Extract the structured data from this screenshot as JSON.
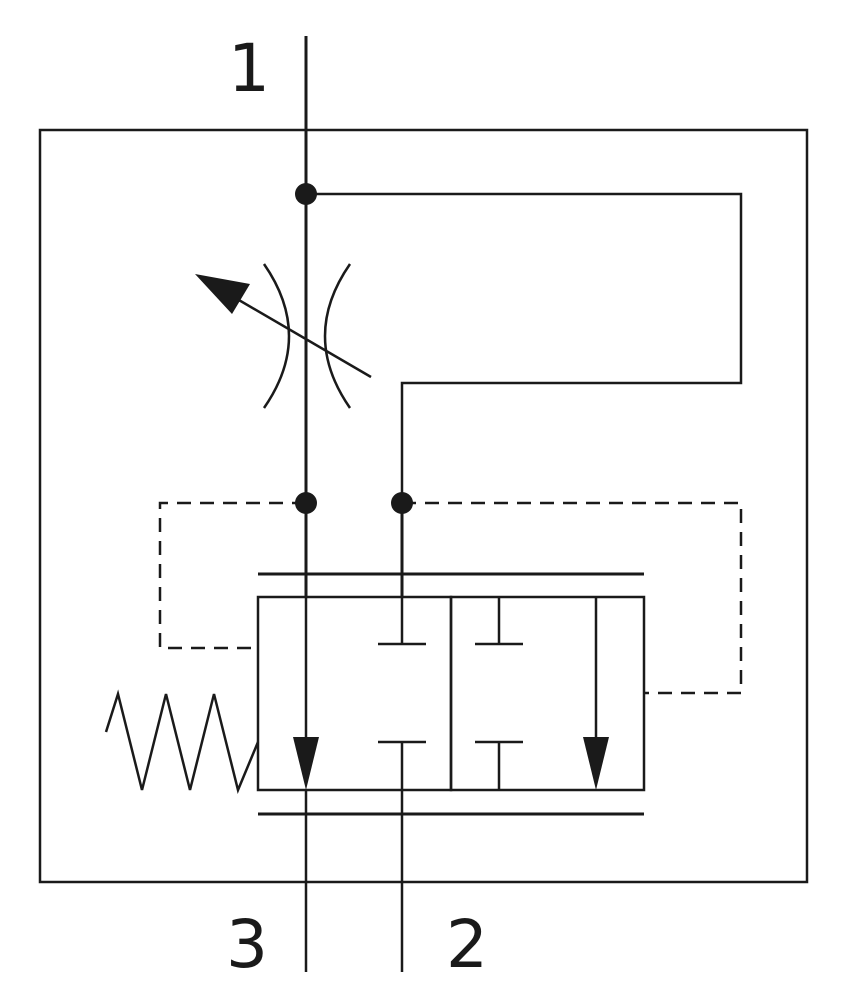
{
  "ports": {
    "p1": "1",
    "p2": "2",
    "p3": "3"
  },
  "colors": {
    "stroke": "#1a1a1a",
    "background": "#ffffff"
  }
}
